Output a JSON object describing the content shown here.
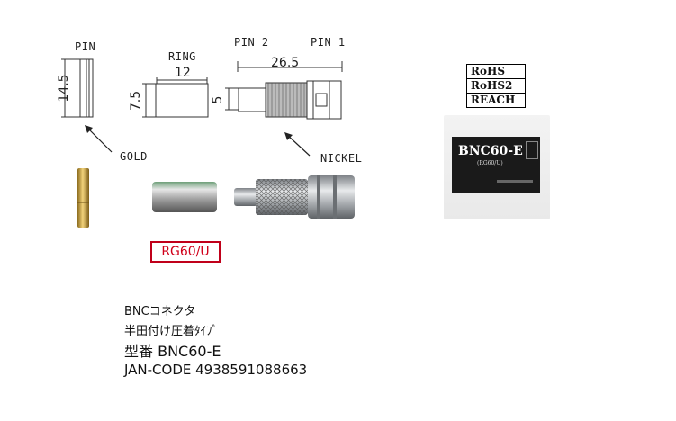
{
  "drawing": {
    "pin_label": "PIN",
    "pin_length": "14.5",
    "ring_label": "RING",
    "ring_length": "12",
    "ring_diameter": "7.5",
    "pin2_label": "PIN 2",
    "pin1_label": "PIN 1",
    "body_length": "26.5",
    "body_diameter": "5",
    "gold_label": "GOLD",
    "nickel_label": "NICKEL"
  },
  "cable_type": "RG60/U",
  "compliance": [
    "RoHS",
    "RoHS2",
    "REACH"
  ],
  "package": {
    "title": "BNC60-E",
    "subtitle": "(RG60/U)"
  },
  "info": {
    "line1": "BNCコネクタ",
    "line2": "半田付け圧着ﾀｲﾌﾟ",
    "line3": "型番 BNC60-E",
    "line4": "JAN-CODE 4938591088663"
  },
  "colors": {
    "red_box": "#c0001a",
    "gold": "#c9a23a",
    "nickel": "#a9acb0"
  }
}
